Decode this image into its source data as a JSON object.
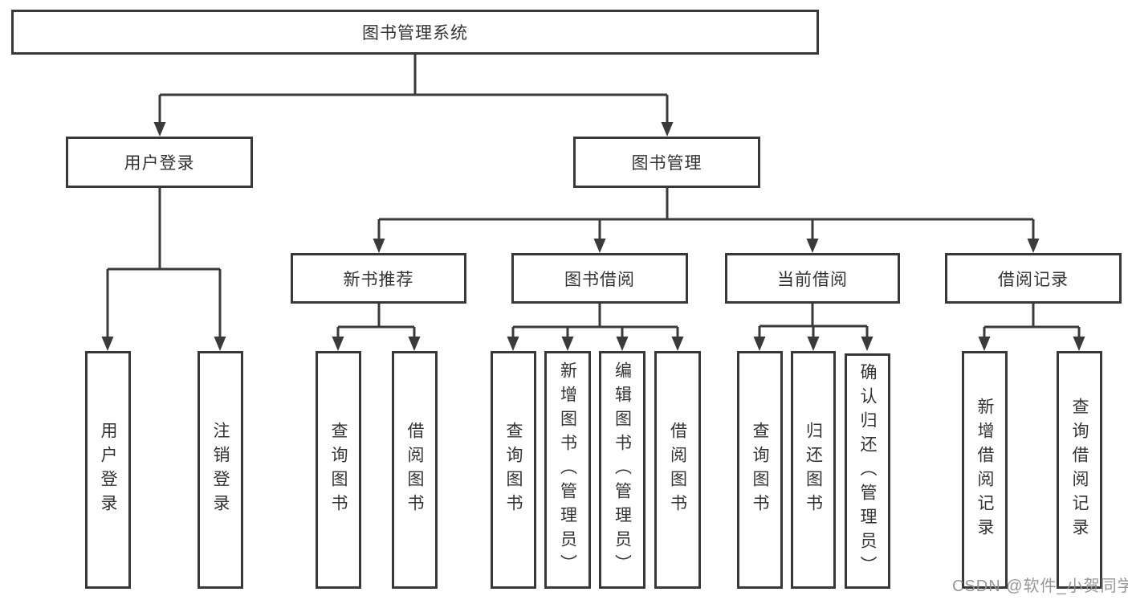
{
  "tree": {
    "label": "图书管理系统",
    "children": [
      {
        "label": "用户登录",
        "children": [
          {
            "label": "用户登录"
          },
          {
            "label": "注销登录"
          }
        ]
      },
      {
        "label": "图书管理",
        "children": [
          {
            "label": "新书推荐",
            "children": [
              {
                "label": "查询图书"
              },
              {
                "label": "借阅图书"
              }
            ]
          },
          {
            "label": "图书借阅",
            "children": [
              {
                "label": "查询图书"
              },
              {
                "label": "新增图书（管理员）"
              },
              {
                "label": "编辑图书（管理员）"
              },
              {
                "label": "借阅图书"
              }
            ]
          },
          {
            "label": "当前借阅",
            "children": [
              {
                "label": "查询图书"
              },
              {
                "label": "归还图书"
              },
              {
                "label": "确认归还（管理员）"
              }
            ]
          },
          {
            "label": "借阅记录",
            "children": [
              {
                "label": "新增借阅记录"
              },
              {
                "label": "查询借阅记录"
              }
            ]
          }
        ]
      }
    ]
  },
  "watermark": {
    "text": "CSDN @软件_小贺同学"
  },
  "colors": {
    "line": "#3a3a3a",
    "text": "#333333",
    "background": "#ffffff",
    "watermark": "#919191"
  }
}
